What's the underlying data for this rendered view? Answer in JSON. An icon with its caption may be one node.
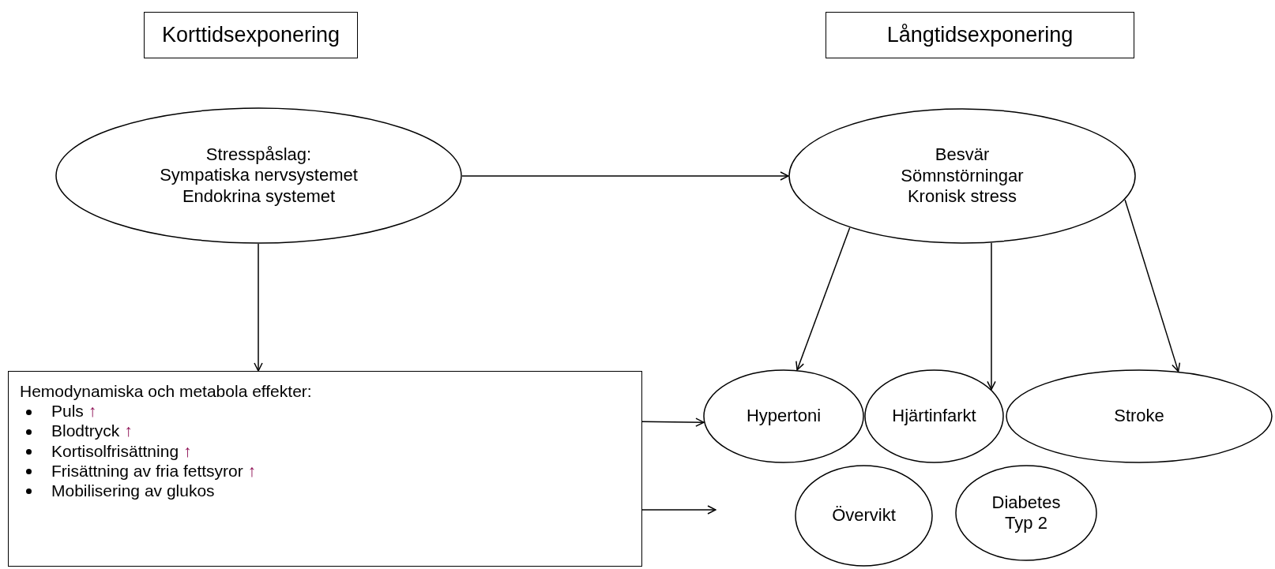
{
  "diagram": {
    "nodes": [
      {
        "text": [
          "Korttidsexponering"
        ]
      },
      {
        "text": [
          "Långtidsexponering"
        ]
      },
      {
        "text": [
          "Stresspåslag:",
          "Sympatiska nervsystemet",
          "Endokrina systemet"
        ]
      },
      {
        "text": [
          "Besvär",
          "Sömnstörningar",
          "Kronisk stress"
        ]
      },
      {
        "text": [
          "Hemodynamiska och metabola effekter:",
          "Puls ↑",
          "Blodtryck ↑",
          "Kortisolfrisättning ↑",
          "Frisättning av fria fettsyror ↑",
          "Mobilisering av glukos"
        ]
      },
      {
        "text": [
          "Hypertoni"
        ]
      },
      {
        "text": [
          "Hjärtinfarkt"
        ]
      },
      {
        "text": [
          "Stroke"
        ]
      },
      {
        "text": [
          "Övervikt"
        ]
      },
      {
        "text": [
          "Diabetes Typ 2"
        ]
      }
    ],
    "edges": [
      {
        "from": 2,
        "to": 3,
        "arrow": "to"
      },
      {
        "from": 2,
        "to": 4,
        "arrow": "to"
      },
      {
        "from": 3,
        "to": 5,
        "arrow": "to"
      },
      {
        "from": 3,
        "to": 6,
        "arrow": "to"
      },
      {
        "from": 3,
        "to": 7,
        "arrow": "to"
      },
      {
        "from": 4,
        "to": 5,
        "arrow": "to"
      },
      {
        "from": 4,
        "to": null,
        "arrow": "to"
      }
    ]
  }
}
